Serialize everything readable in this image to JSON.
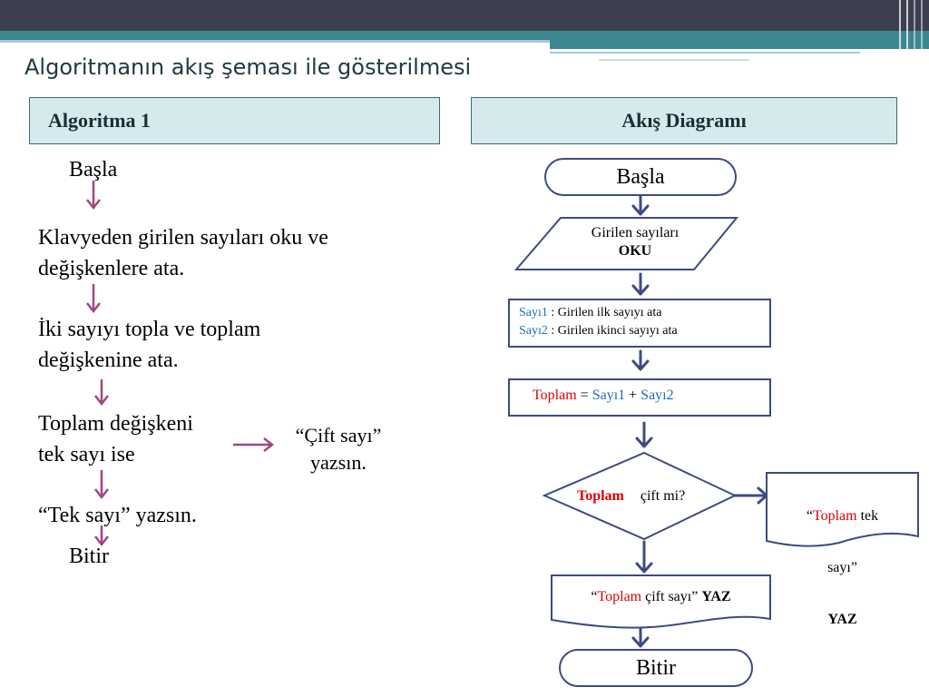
{
  "slide": {
    "title": "Algoritmanın akış şeması ile gösterilmesi"
  },
  "left_header": "Algoritma 1",
  "right_header": "Akış Diagramı",
  "algorithm": {
    "start": "Başla",
    "step1_line1": "Klavyeden girilen sayıları oku ve",
    "step1_line2": "değişkenlere ata.",
    "step2_line1": "İki sayıyı topla ve toplam",
    "step2_line2": "değişkenine ata.",
    "step3_line1": "Toplam değişkeni",
    "step3_line2": "tek sayı ise",
    "branch_line1": "“Çift sayı”",
    "branch_line2": "yazsın.",
    "step4": "“Tek sayı” yazsın.",
    "end": "Bitir"
  },
  "flowchart": {
    "start": "Başla",
    "input_line1": "Girilen sayıları",
    "input_line2": "OKU",
    "assign1_var": "Sayı1",
    "assign1_rest": " : Girilen ilk sayıyı ata",
    "assign2_var": "Sayı2",
    "assign2_rest": " : Girilen ikinci sayıyı ata",
    "sum_var": "Toplam",
    "sum_eq": " = ",
    "sum_a": "Sayı1",
    "sum_plus": " + ",
    "sum_b": "Sayı2",
    "decision_var": "Toplam",
    "decision_rest": "çift mi?",
    "odd_open": "“",
    "odd_var": "Toplam",
    "odd_rest1": " tek",
    "odd_rest2": "sayı”",
    "odd_cmd": "YAZ",
    "even_open": "“",
    "even_var": "Toplam",
    "even_rest": " çift sayı” ",
    "even_cmd": "YAZ",
    "end": "Bitir"
  },
  "colors": {
    "topbar_dark": "#3c3f4f",
    "topbar_teal": "#3d8790",
    "header_fill": "#d6e9ed",
    "left_arrow": "#a2477f",
    "flow_arrow": "#3f4a82",
    "flow_border": "#3f4a82",
    "var_red": "#e00000",
    "var_blue": "#1f6db8"
  }
}
